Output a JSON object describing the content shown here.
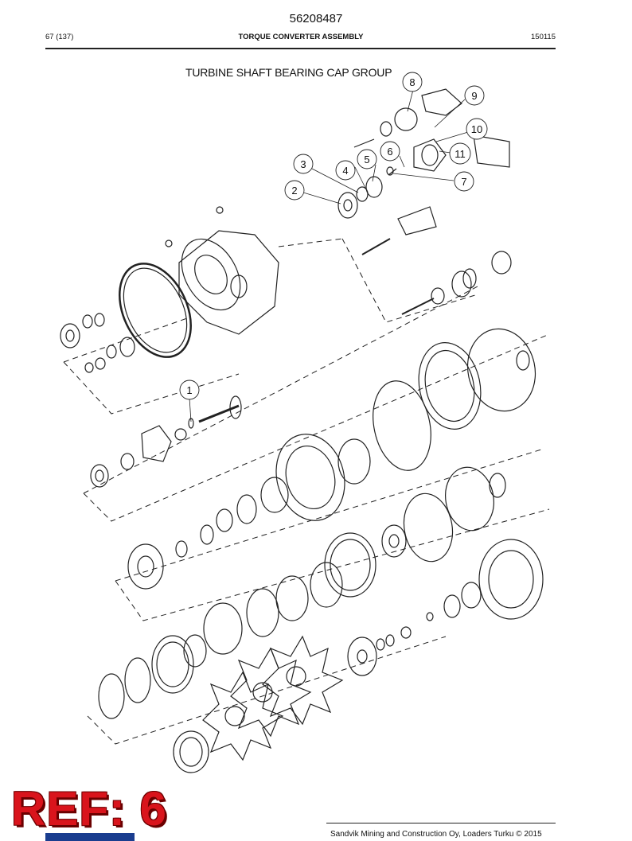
{
  "header": {
    "doc_number": "56208487",
    "page": "67 (137)",
    "title": "TORQUE CONVERTER ASSEMBLY",
    "code": "150115"
  },
  "group_title": "TURBINE SHAFT BEARING CAP GROUP",
  "callouts": [
    "1",
    "2",
    "3",
    "4",
    "5",
    "6",
    "7",
    "8",
    "9",
    "10",
    "11"
  ],
  "stamp": "REF: 6",
  "footer": "Sandvik Mining and Construction Oy, Loaders Turku © 2015",
  "colors": {
    "stamp": "#d9141c",
    "line": "#222222"
  }
}
